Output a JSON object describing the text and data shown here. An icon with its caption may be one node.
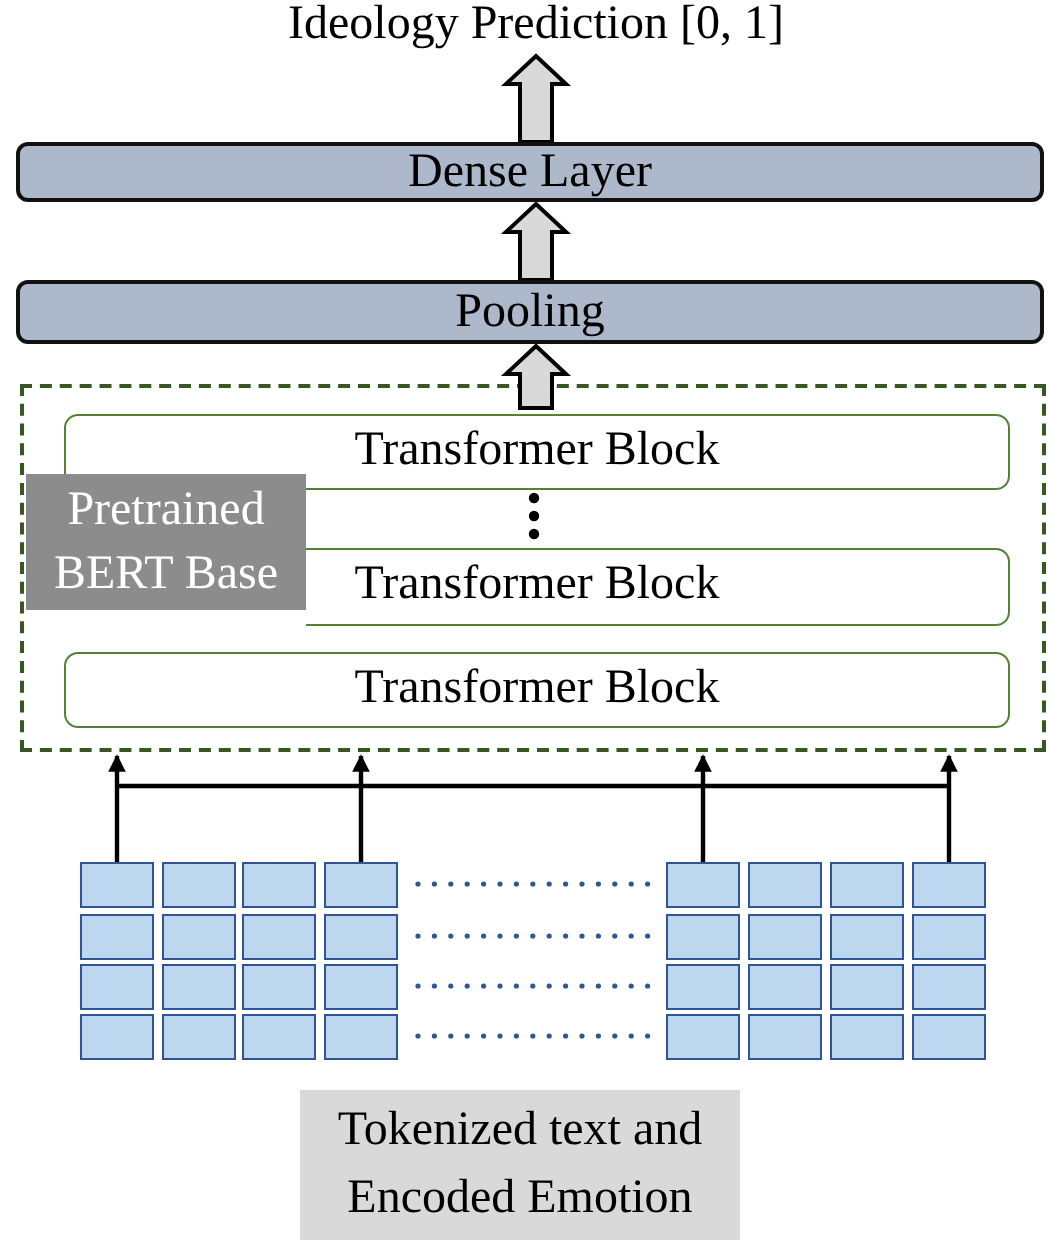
{
  "diagram": {
    "nodes": [
      {
        "text": [
          "Ideology Prediction [0, 1]"
        ]
      },
      {
        "text": [
          "Dense Layer"
        ]
      },
      {
        "text": [
          "Pooling"
        ]
      },
      {
        "text": [
          "Pretrained BERT Base"
        ]
      },
      {
        "text": [
          "Transformer Block"
        ],
        "in": 3
      },
      {
        "text": [
          "Transformer Block"
        ],
        "in": 3
      },
      {
        "text": [
          "Transformer Block"
        ],
        "in": 3
      },
      {
        "text": [],
        "shape": "box"
      },
      {
        "text": [],
        "shape": "box"
      },
      {
        "text": [],
        "shape": "box"
      },
      {
        "text": [],
        "shape": "box"
      },
      {
        "text": [],
        "shape": "box"
      },
      {
        "text": [],
        "shape": "box"
      },
      {
        "text": [],
        "shape": "box"
      },
      {
        "text": [],
        "shape": "box"
      },
      {
        "text": [],
        "shape": "box"
      },
      {
        "text": [],
        "shape": "box"
      },
      {
        "text": [],
        "shape": "box"
      },
      {
        "text": [],
        "shape": "box"
      },
      {
        "text": [],
        "shape": "box"
      },
      {
        "text": [],
        "shape": "box"
      },
      {
        "text": [],
        "shape": "box"
      },
      {
        "text": [],
        "shape": "box"
      },
      {
        "text": [],
        "shape": "box"
      },
      {
        "text": [],
        "shape": "box"
      },
      {
        "text": [],
        "shape": "box"
      },
      {
        "text": [],
        "shape": "box"
      },
      {
        "text": [],
        "shape": "box"
      },
      {
        "text": [],
        "shape": "box"
      },
      {
        "text": [],
        "shape": "box"
      },
      {
        "text": [],
        "shape": "box"
      },
      {
        "text": [],
        "shape": "box"
      },
      {
        "text": [],
        "shape": "box"
      },
      {
        "text": [],
        "shape": "box"
      },
      {
        "text": [],
        "shape": "box"
      },
      {
        "text": [],
        "shape": "box"
      },
      {
        "text": [],
        "shape": "box"
      },
      {
        "text": [],
        "shape": "box"
      },
      {
        "text": [],
        "shape": "box"
      },
      {
        "text": [
          "Tokenized text and Encoded Emotion"
        ]
      }
    ],
    "edges": [
      {
        "from": 1,
        "to": 0,
        "arrow": "to",
        "style": "thick"
      },
      {
        "from": 2,
        "to": 1,
        "arrow": "to",
        "style": "thick"
      },
      {
        "from": 3,
        "to": 2,
        "arrow": "to",
        "style": "thick"
      },
      {
        "from": 7,
        "to": 3,
        "arrow": "to"
      },
      {
        "from": 10,
        "to": 3,
        "arrow": "to"
      },
      {
        "from": 11,
        "to": 3,
        "arrow": "to"
      },
      {
        "from": 14,
        "to": 3,
        "arrow": "to"
      }
    ]
  }
}
